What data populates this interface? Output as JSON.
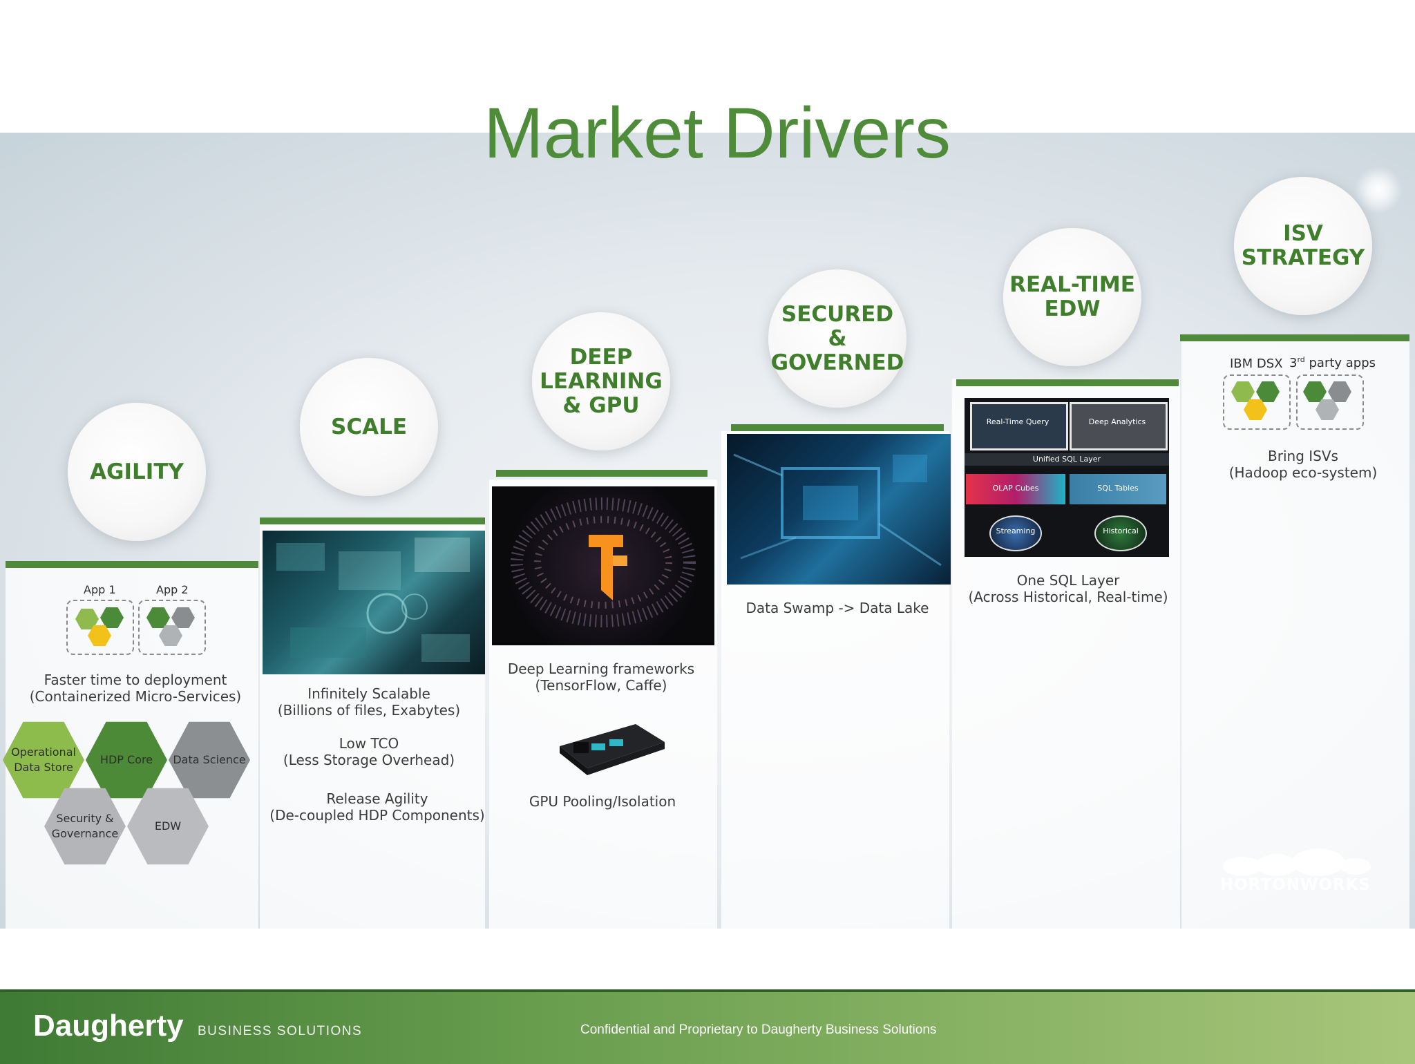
{
  "slide": {
    "title": "Market Drivers",
    "accent_color": "#4f8a3c",
    "title_color": "#4e8c3a"
  },
  "columns": [
    {
      "heading": "AGILITY",
      "app_labels": [
        "App 1",
        "App 2"
      ],
      "caption": "Faster time to deployment\n(Containerized Micro-Services)",
      "hexes": [
        "Operational\nData Store",
        "HDP Core",
        "Data Science",
        "Security &\nGovernance",
        "EDW"
      ]
    },
    {
      "heading": "SCALE",
      "image": "abstract-data-screens-image",
      "items": [
        "Infinitely Scalable\n(Billions of files, Exabytes)",
        "Low TCO\n(Less Storage Overhead)",
        "Release Agility\n(De-coupled HDP Components)"
      ]
    },
    {
      "heading": "DEEP\nLEARNING\n& GPU",
      "image": "tensorflow-logo-image",
      "caption": "Deep Learning frameworks\n(TensorFlow, Caffe)",
      "gpu_image": "gpu-board-image",
      "gpu_caption": "GPU Pooling/Isolation"
    },
    {
      "heading": "SECURED &\nGOVERNED",
      "image": "circuit-board-image",
      "caption": "Data Swamp -> Data Lake"
    },
    {
      "heading": "REAL-TIME\nEDW",
      "diagram": {
        "top": [
          "Real-Time Query",
          "Deep Analytics"
        ],
        "layer": "Unified SQL Layer",
        "middle": [
          "OLAP Cubes",
          "SQL Tables"
        ],
        "bottom": [
          "Streaming",
          "Historical"
        ]
      },
      "caption": "One SQL Layer\n(Across Historical, Real-time)"
    },
    {
      "heading": "ISV\nSTRATEGY",
      "labels": [
        "IBM DSX",
        "3rd party apps"
      ],
      "superscript": "rd",
      "caption": "Bring ISVs\n(Hadoop eco-system)",
      "logo_text": "HORTONWORKS"
    }
  ],
  "footer": {
    "brand": "Daugherty",
    "brand_sub": "BUSINESS SOLUTIONS",
    "confidential": "Confidential and Proprietary to Daugherty Business Solutions"
  }
}
